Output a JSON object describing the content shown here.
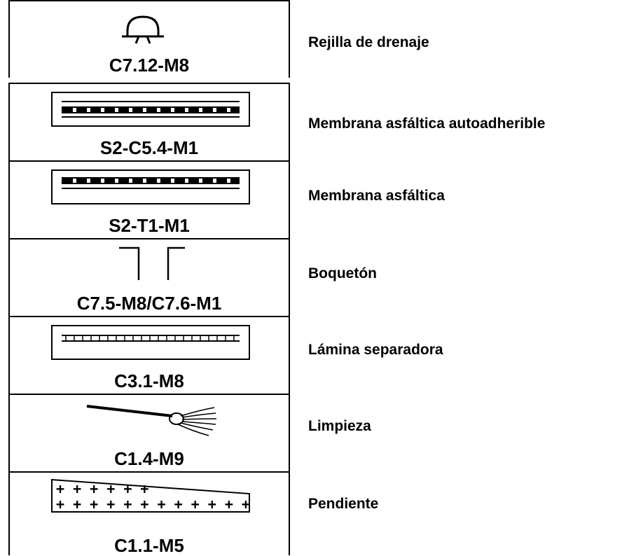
{
  "legend": {
    "rows": [
      {
        "code": "C7.12-M8",
        "description": "Rejilla de drenaje",
        "symbol_icon": "drain-grate-icon"
      },
      {
        "code": "S2-C5.4-M1",
        "description": "Membrana asfáltica autoadherible",
        "symbol_icon": "self-adhesive-membrane-icon"
      },
      {
        "code": "S2-T1-M1",
        "description": "Membrana asfáltica",
        "symbol_icon": "asphalt-membrane-icon"
      },
      {
        "code": "C7.5-M8/C7.6-M1",
        "description": "Boquetón",
        "symbol_icon": "opening-icon"
      },
      {
        "code": "C3.1-M8",
        "description": "Lámina separadora",
        "symbol_icon": "separator-sheet-icon"
      },
      {
        "code": "C1.4-M9",
        "description": "Limpieza",
        "symbol_icon": "broom-icon"
      },
      {
        "code": "C1.1-M5",
        "description": "Pendiente",
        "symbol_icon": "slope-icon"
      }
    ]
  }
}
